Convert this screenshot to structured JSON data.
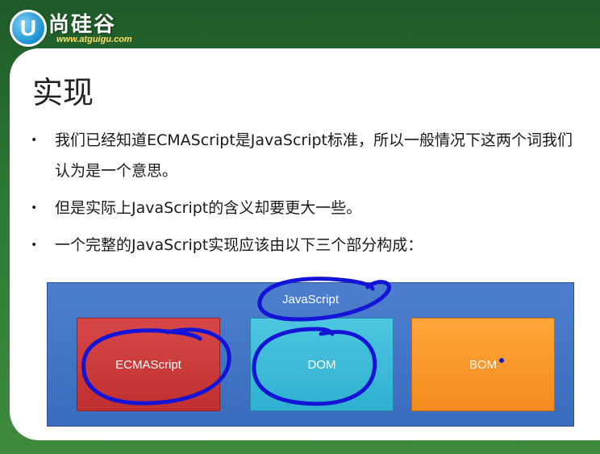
{
  "logo": {
    "name": "尚硅谷",
    "letter": "U",
    "url": "www.atguigu.com"
  },
  "slide": {
    "title": "实现",
    "bullets": [
      "我们已经知道ECMAScript是JavaScript标准，所以一般情况下这两个词我们认为是一个意思。",
      "但是实际上JavaScript的含义却要更大一些。",
      "一个完整的JavaScript实现应该由以下三个部分构成："
    ]
  },
  "diagram": {
    "container_label": "JavaScript",
    "parts": [
      "ECMAScript",
      "DOM",
      "BOM"
    ],
    "colors": {
      "container": "#3f70c2",
      "ecmascript": "#c83a3a",
      "dom": "#3ab8d6",
      "bom": "#f7941e",
      "annotation_ink": "#1414d6"
    }
  }
}
